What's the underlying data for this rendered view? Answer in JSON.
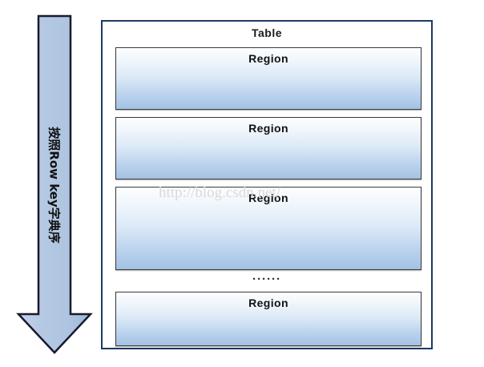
{
  "diagram": {
    "title": "Table",
    "flow_arrow": {
      "label": "按照Row key字典序",
      "direction": "down",
      "fill_color": "#aec4df",
      "border_color": "#1f3864"
    },
    "outer_box": {
      "label": "Table",
      "border_color": "#1f3864",
      "background": "#ffffff"
    },
    "regions": [
      {
        "label": "Region"
      },
      {
        "label": "Region"
      },
      {
        "label": "Region"
      },
      {
        "label": "Region"
      }
    ],
    "ellipsis": "······",
    "watermark": "http://blog.csdn.net/",
    "colors": {
      "region_gradient_top": "#fdfeff",
      "region_gradient_bottom": "#a3c2e3",
      "region_border": "#3a3a3a",
      "text": "#121212",
      "watermark": "#d9d9d9"
    }
  }
}
